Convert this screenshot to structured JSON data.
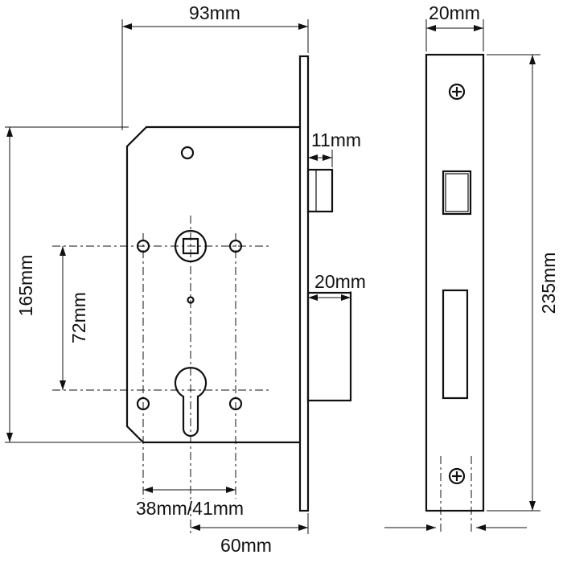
{
  "dimensions": {
    "width_93": "93mm",
    "face_width_20": "20mm",
    "height_165": "165mm",
    "spacing_72": "72mm",
    "latch_11": "11mm",
    "bolt_20": "20mm",
    "backset": "38mm/41mm",
    "depth_60": "60mm",
    "faceplate_235": "235mm"
  },
  "colors": {
    "line": "#111111",
    "background": "#ffffff"
  }
}
